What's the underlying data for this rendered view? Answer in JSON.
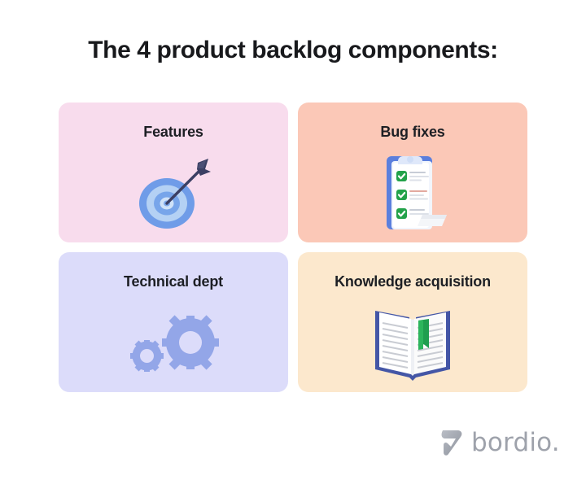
{
  "page": {
    "background_color": "#ffffff",
    "title": "The 4 product backlog components:",
    "title_color": "#18191c"
  },
  "cards": [
    {
      "label": "Features",
      "background_color": "#f8dced",
      "icon": "target-with-arrow-icon",
      "position": "top-left"
    },
    {
      "label": "Bug fixes",
      "background_color": "#fbc8b7",
      "icon": "clipboard-checklist-icon",
      "position": "top-right"
    },
    {
      "label": "Technical dept",
      "background_color": "#dcdcfa",
      "icon": "gears-icon",
      "position": "bottom-left"
    },
    {
      "label": "Knowledge acquisition",
      "background_color": "#fce8cd",
      "icon": "open-book-icon",
      "position": "bottom-right"
    }
  ],
  "logo": {
    "wordmark": "bordio.",
    "mark_color": "#a7abb3",
    "text_color": "#9ea2ab"
  },
  "palette": {
    "target_ring_outer": "#6f9ce8",
    "target_ring_light": "#aecdf2",
    "target_center": "#7ba7ea",
    "arrow": "#3b3f63",
    "check_green": "#23a24a",
    "clipboard_blue": "#5b7fdd",
    "gear_blue": "#93a6e8",
    "book_cover": "#4456a6",
    "bookmark_green": "#1f9e4f"
  }
}
